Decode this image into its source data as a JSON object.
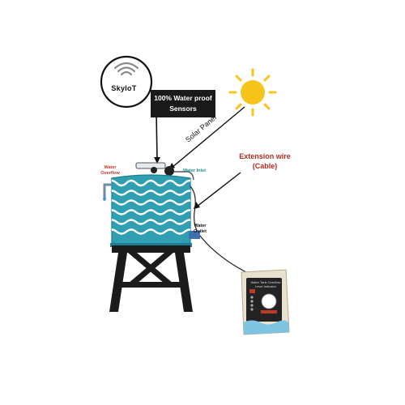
{
  "logo": {
    "text": "SkyIoT",
    "icon": "wifi-signal-icon"
  },
  "sensor_label": {
    "line1": "100% Water proof",
    "line2": "Sensors"
  },
  "solar_label": "Solar Panel",
  "extension_label": {
    "line1": "Extension wire",
    "line2": "(Cable)"
  },
  "tank_labels": {
    "overflow_line1": "Water",
    "overflow_line2": "Overflow",
    "inlet": "Water Inlet",
    "outlet_line1": "Water",
    "outlet_line2": "Outlet"
  },
  "device": {
    "title_line1": "Water Tank Overflow",
    "title_line2": "Level Indicator"
  },
  "colors": {
    "tank_water": "#2f9fb1",
    "tank_dark": "#1c7f91",
    "sun": "#f7c41b",
    "extension_text": "#b22b20",
    "inlet_text": "#1e8f8c",
    "stand": "#1b1b1b"
  }
}
